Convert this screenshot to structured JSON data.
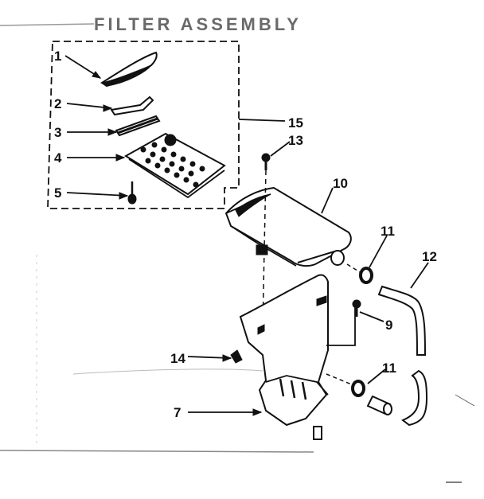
{
  "diagram": {
    "title": "FILTER ASSEMBLY",
    "callouts": {
      "c1": "1",
      "c2": "2",
      "c3": "3",
      "c4": "4",
      "c5": "5",
      "c7": "7",
      "c9": "9",
      "c10": "10",
      "c11a": "11",
      "c11b": "11",
      "c12": "12",
      "c13": "13",
      "c14": "14",
      "c15": "15"
    }
  }
}
